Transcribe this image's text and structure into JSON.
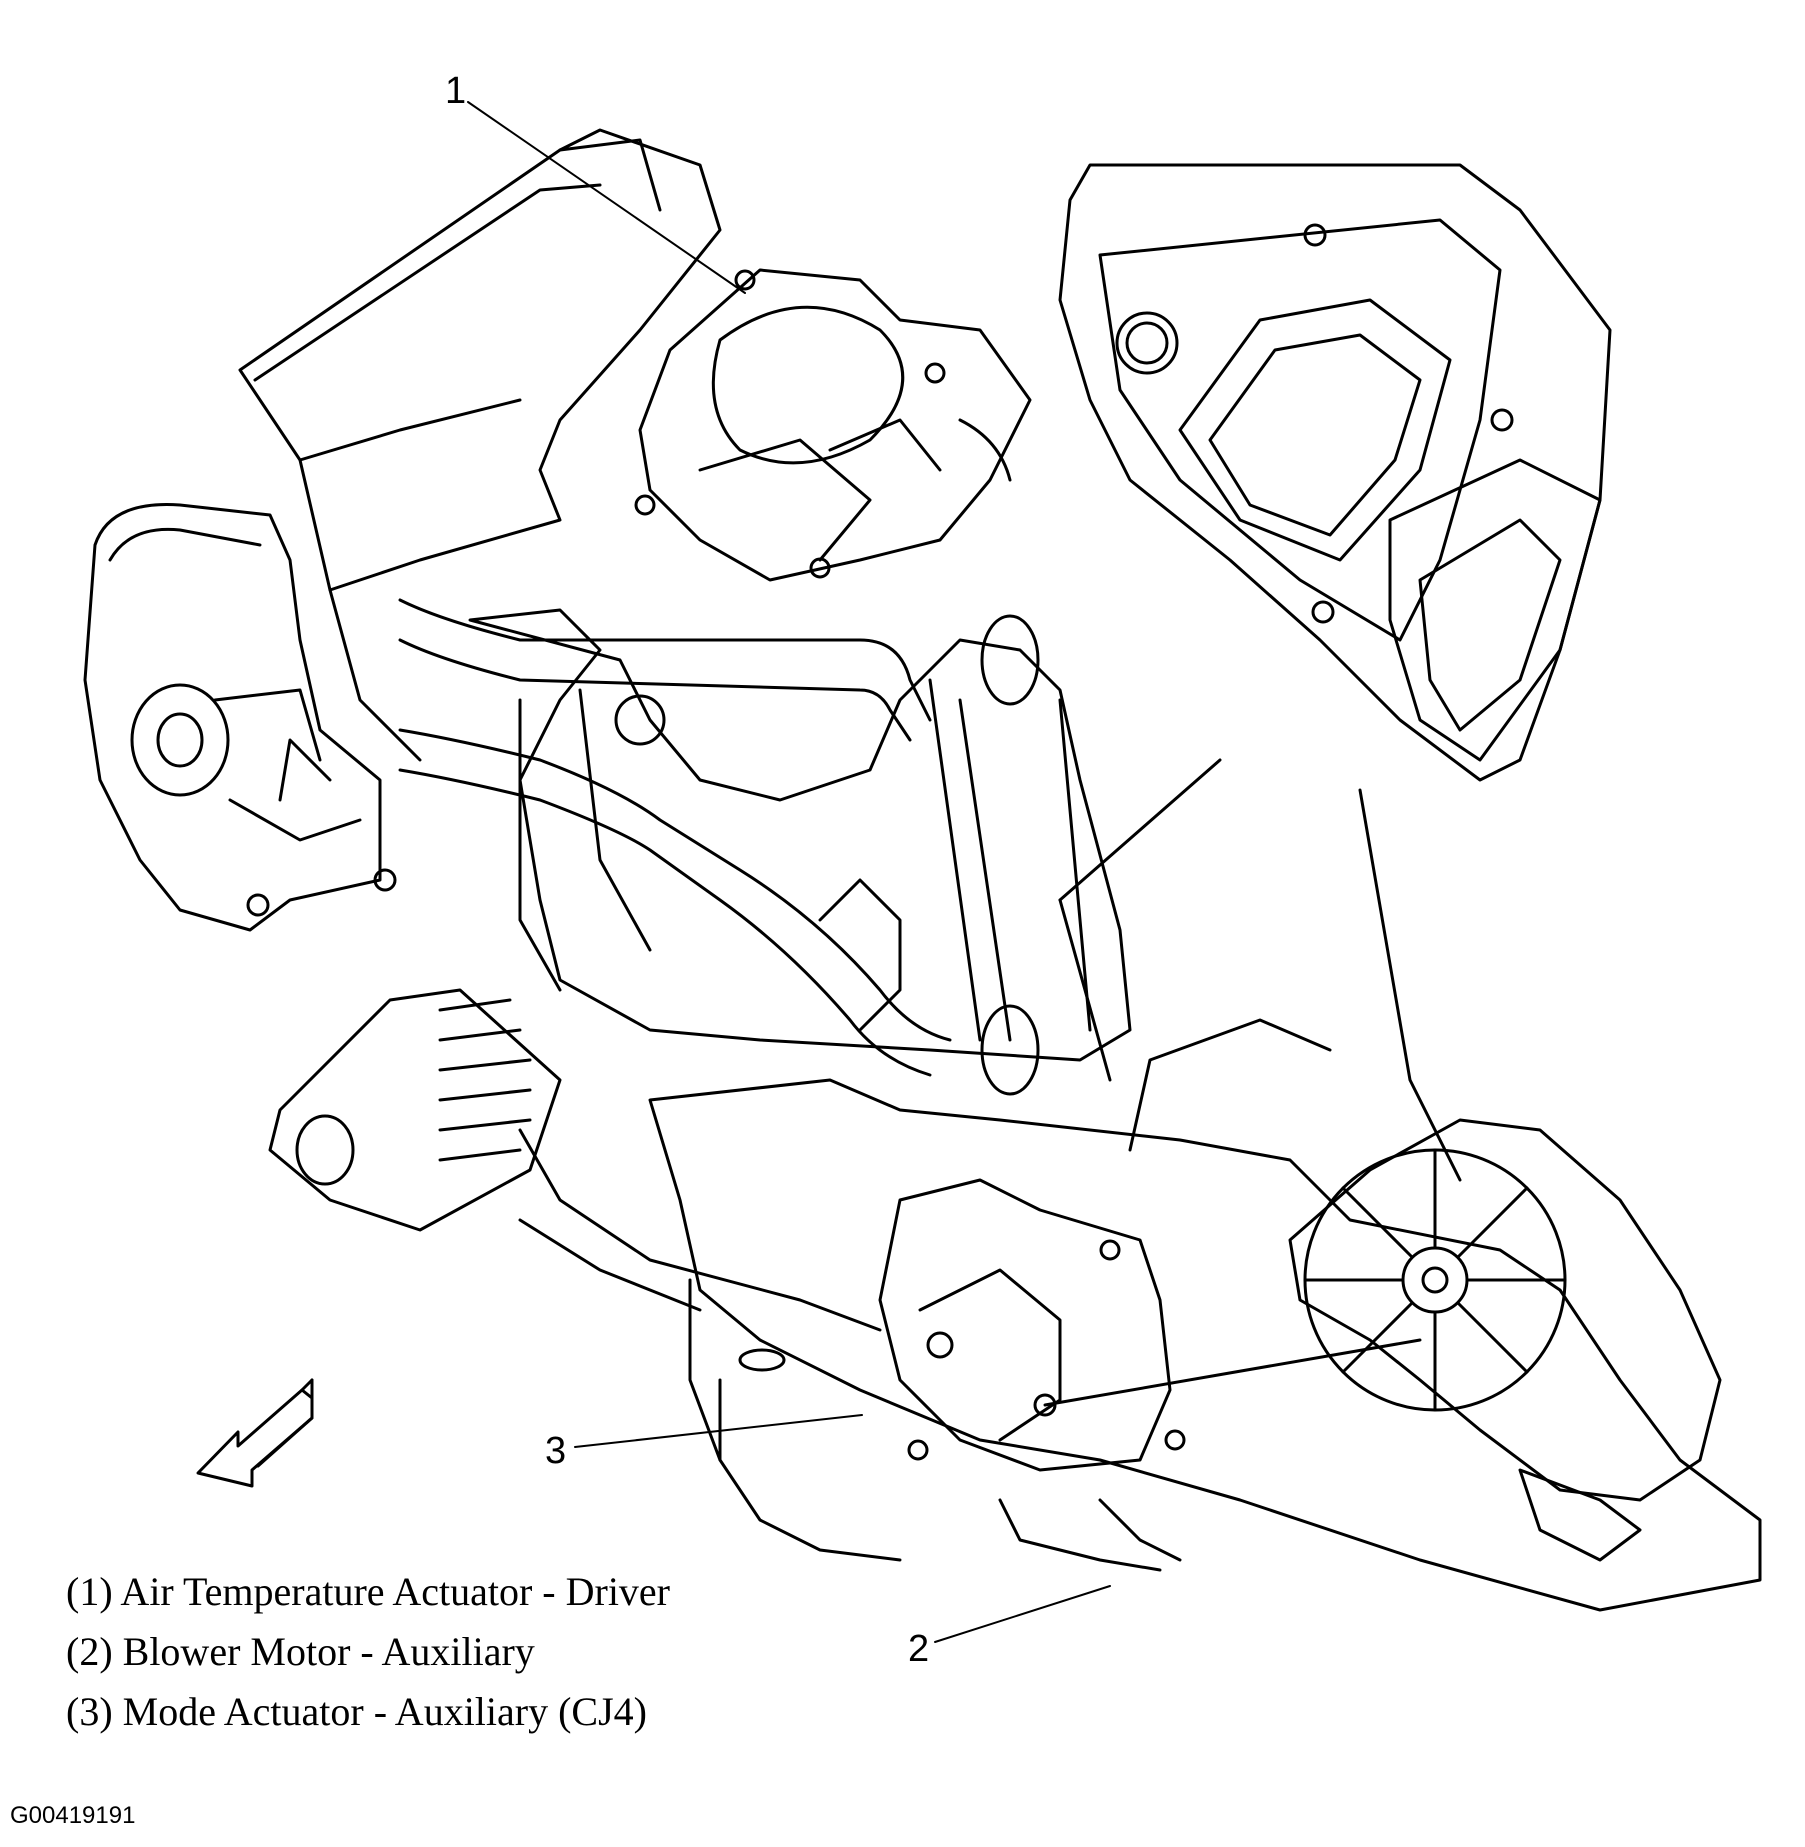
{
  "diagram": {
    "callouts": [
      "1",
      "2",
      "3"
    ],
    "legend": [
      "(1) Air Temperature Actuator - Driver",
      "(2) Blower Motor - Auxiliary",
      "(3) Mode Actuator - Auxiliary (CJ4)"
    ],
    "figure_id": "G00419191",
    "line_color": "#000000",
    "background": "#ffffff",
    "direction_arrow_icon": "front-direction-arrow-icon"
  }
}
